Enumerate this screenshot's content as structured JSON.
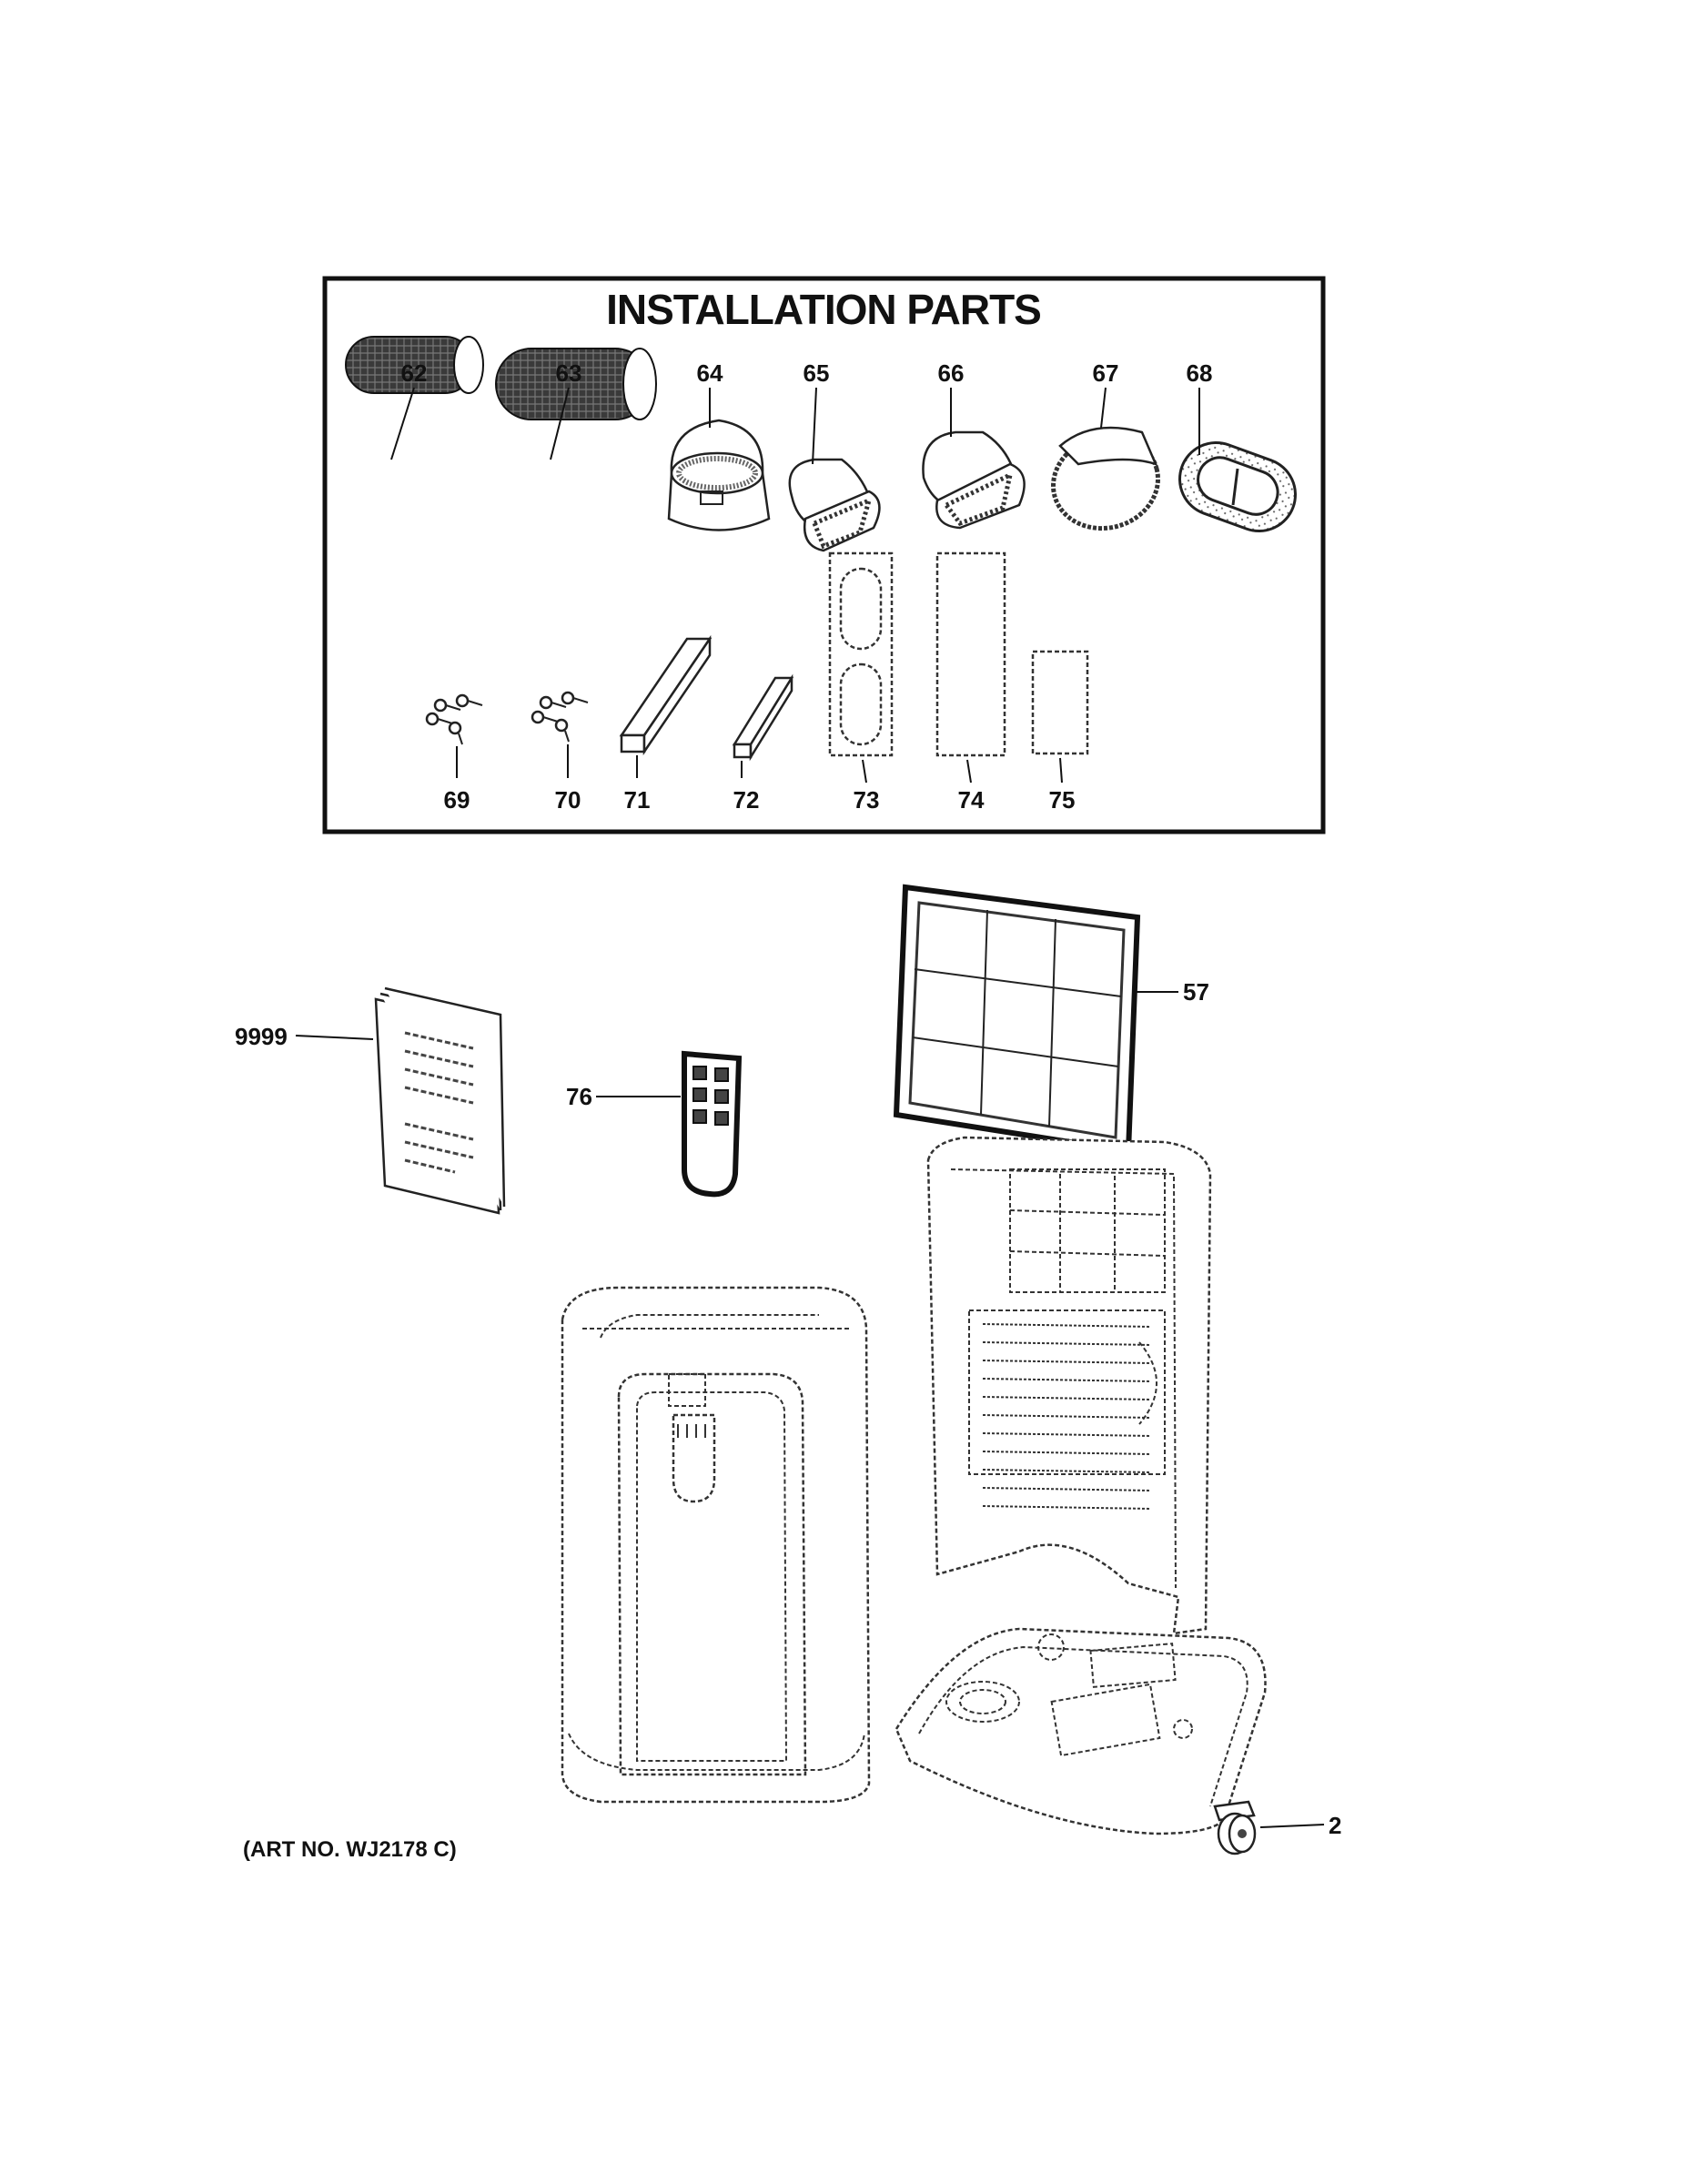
{
  "box_title": "INSTALLATION PARTS",
  "art_number": "(ART NO. WJ2178 C)",
  "callouts": {
    "p62": "62",
    "p63": "63",
    "p64": "64",
    "p65": "65",
    "p66": "66",
    "p67": "67",
    "p68": "68",
    "p69": "69",
    "p70": "70",
    "p71": "71",
    "p72": "72",
    "p73": "73",
    "p74": "74",
    "p75": "75",
    "p57": "57",
    "p9999": "9999",
    "p76": "76",
    "p2": "2"
  }
}
